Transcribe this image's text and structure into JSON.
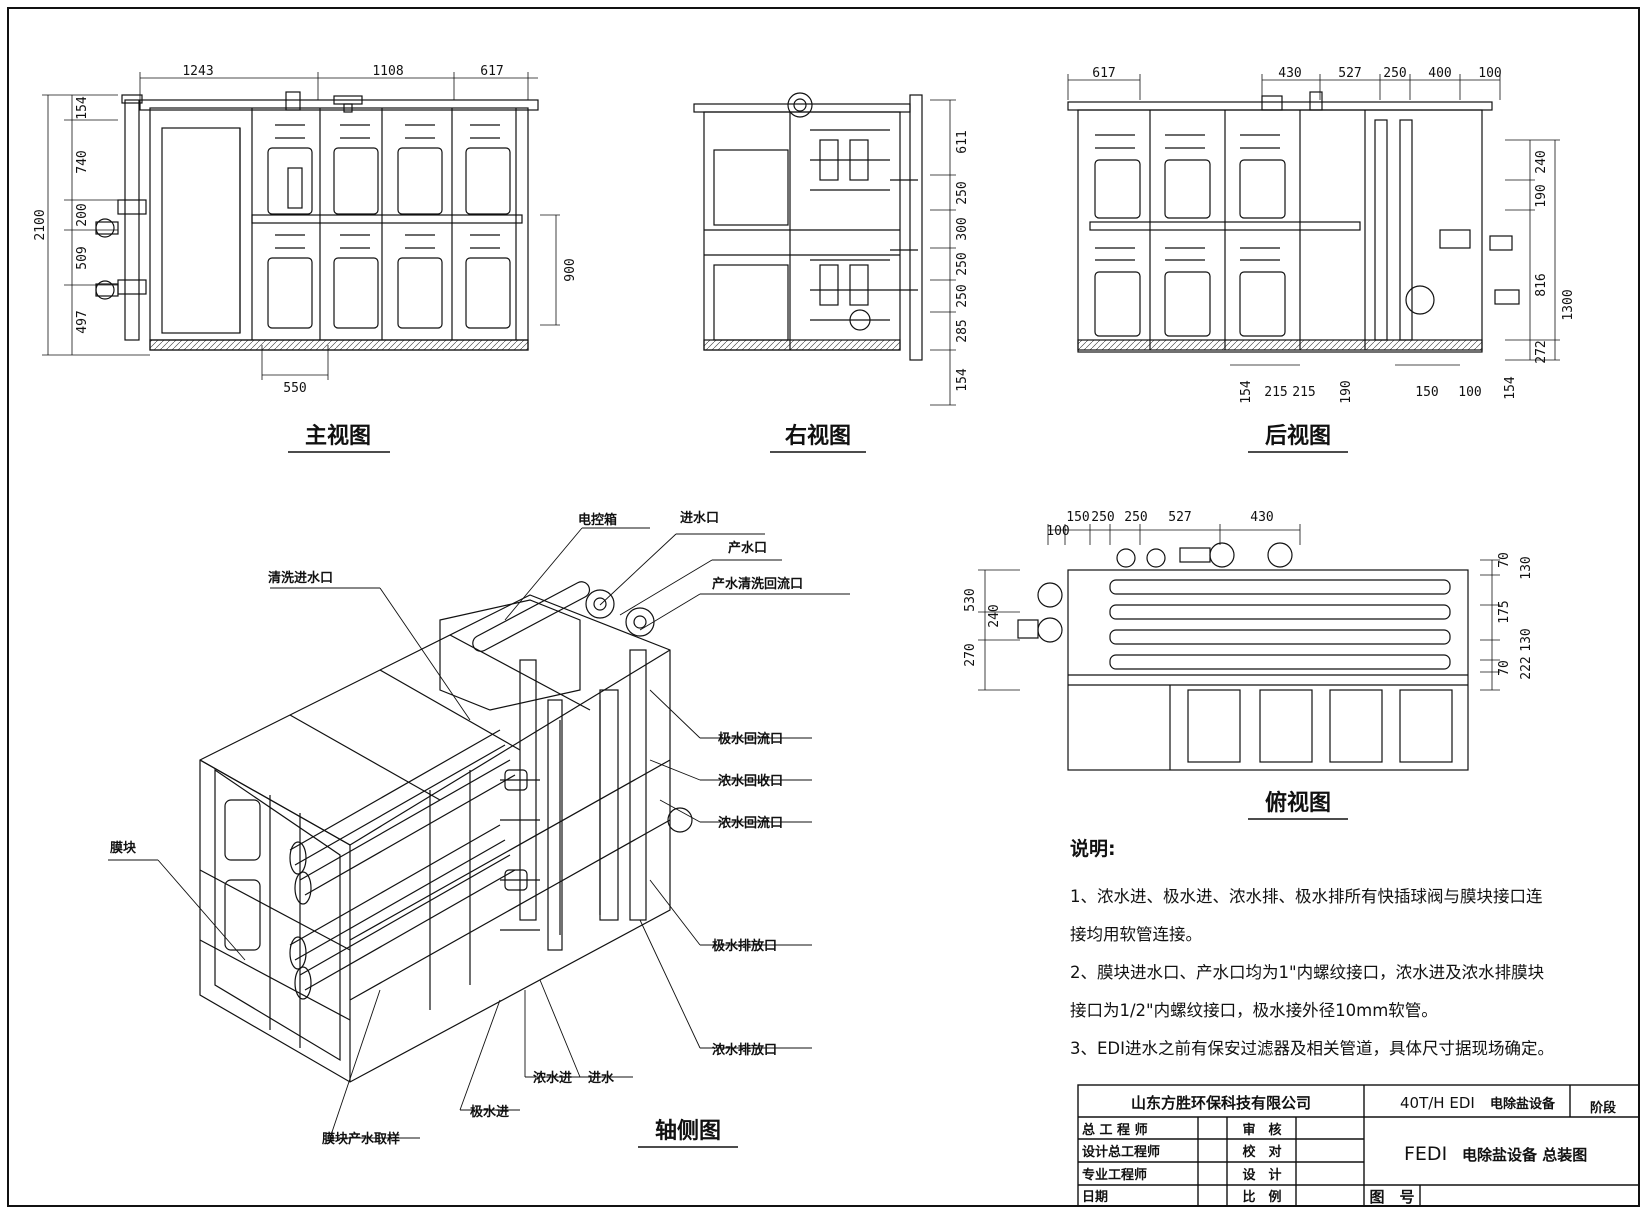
{
  "views": {
    "front": "主视图",
    "right": "右视图",
    "rear": "后视图",
    "top": "俯视图",
    "iso": "轴侧图"
  },
  "dims": {
    "front_top": [
      "1243",
      "1108",
      "617"
    ],
    "front_left": [
      "154",
      "740",
      "200",
      "509",
      "497"
    ],
    "front_total": "2100",
    "front_right": "900",
    "front_bottom": "550",
    "right_vert": [
      "611",
      "250",
      "300",
      "250",
      "250",
      "285",
      "154"
    ],
    "rear_top": [
      "617",
      "430",
      "527",
      "250",
      "400",
      "100"
    ],
    "rear_right": [
      "240",
      "190",
      "816",
      "1300",
      "272",
      "154"
    ],
    "rear_bottom": [
      "154",
      "215",
      "215",
      "190",
      "150",
      "100"
    ],
    "top_top": [
      "100",
      "150",
      "250",
      "250",
      "527",
      "430"
    ],
    "top_left": [
      "530",
      "240",
      "270"
    ],
    "top_right": [
      "70",
      "130",
      "175",
      "130",
      "70",
      "222"
    ]
  },
  "callouts": {
    "control_box": "电控箱",
    "water_inlet": "进水口",
    "product_outlet": "产水口",
    "product_clean_return": "产水清洗回流口",
    "clean_inlet": "清洗进水口",
    "electrode_return": "极水回流口",
    "conc_recovery": "浓水回收口",
    "conc_return": "浓水回流口",
    "membrane": "膜块",
    "electrode_drain": "极水排放口",
    "conc_drain": "浓水排放口",
    "conc_in": "浓水进",
    "water_in": "进水",
    "electrode_in": "极水进",
    "sampling": "膜块产水取样"
  },
  "notes": {
    "heading": "说明:",
    "line1a": "1、浓水进、极水进、浓水排、极水排所有快插球阀与膜块接口连",
    "line1b": "接均用软管连接。",
    "line2a": "2、膜块进水口、产水口均为1\"内螺纹接口，浓水进及浓水排膜块",
    "line2b": "接口为1/2\"内螺纹接口，极水接外径10mm软管。",
    "line3": "3、EDI进水之前有保安过滤器及相关管道，具体尺寸据现场确定。"
  },
  "titleblock": {
    "company": "山东方胜环保科技有限公司",
    "project_code": "40T/H EDI",
    "project_name": "电除盐设备",
    "stage": "阶段",
    "drawing_code": "FEDI",
    "drawing_name": "电除盐设备 总装图",
    "chief_engineer": "总 工 程 师",
    "design_chief": "设计总工程师",
    "engineer": "专业工程师",
    "date": "日期",
    "review": "审　核",
    "check": "校　对",
    "design": "设　计",
    "scale": "比　例",
    "drawing_no": "图　号"
  }
}
